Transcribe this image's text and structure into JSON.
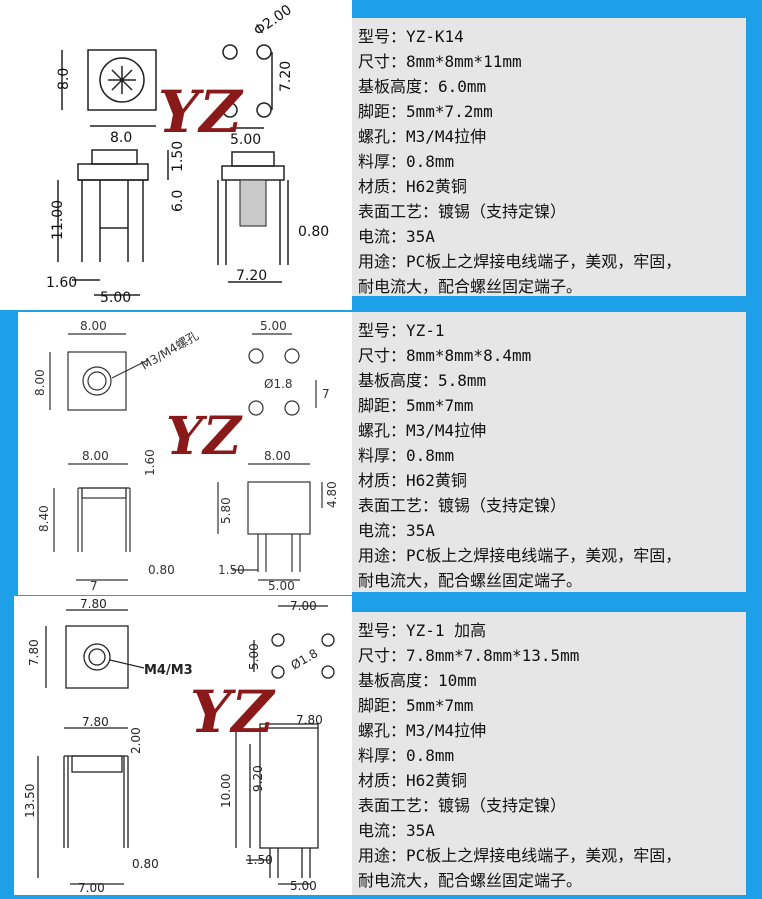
{
  "products": [
    {
      "lines": [
        "型号：YZ-K14",
        "尺寸：8mm*8mm*11mm",
        "基板高度：6.0mm",
        "脚距：5mm*7.2mm",
        "螺孔：M3/M4拉伸",
        "料厚：0.8mm",
        "材质：H62黄铜",
        "表面工艺：镀锡（支持定镍）",
        "电流：35A",
        "用途：PC板上之焊接电线端子，美观，牢固，",
        "耐电流大，配合螺丝固定端子。"
      ],
      "dims": {
        "d_hole": "Φ2.00",
        "w": "8.0",
        "h": "8.0",
        "pitch_y": "7.20",
        "pitch_x": "5.00",
        "top": "1.50",
        "body": "6.0",
        "total": "11.00",
        "foot": "1.60",
        "pitch2": "5.00",
        "thick": "0.80",
        "base": "7.20"
      }
    },
    {
      "lines": [
        "型号：YZ-1",
        "尺寸：8mm*8mm*8.4mm",
        "基板高度：5.8mm",
        "脚距：5mm*7mm",
        "螺孔：M3/M4拉伸",
        "料厚：0.8mm",
        "材质：H62黄铜",
        "表面工艺：镀锡（支持定镍）",
        "电流：35A",
        "用途：PC板上之焊接电线端子，美观，牢固，",
        "耐电流大，配合螺丝固定端子。"
      ],
      "dims": {
        "w": "8.00",
        "h": "8.00",
        "hole_label": "M3/M4螺孔",
        "pitch_x": "5.00",
        "d_hole": "Ø1.8",
        "pitch_y": "7",
        "top": "1.60",
        "side_w": "8.00",
        "total": "8.40",
        "thick": "0.80",
        "foot": "7",
        "base_h": "5.80",
        "r_top": "4.80",
        "r_foot": "1.50",
        "r_pitch": "5.00"
      }
    },
    {
      "lines": [
        "型号：YZ-1 加高",
        "尺寸：7.8mm*7.8mm*13.5mm",
        "基板高度：10mm",
        "脚距：5mm*7mm",
        "螺孔：M3/M4拉伸",
        "料厚：0.8mm",
        "材质：H62黄铜",
        "表面工艺：镀锡（支持定镍）",
        "电流：35A",
        "用途：PC板上之焊接电线端子，美观，牢固，",
        "耐电流大，配合螺丝固定端子。"
      ],
      "dims": {
        "w": "7.80",
        "h": "7.80",
        "hole_label": "M4/M3",
        "pitch_x": "7.00",
        "pitch_y": "5.00",
        "d_hole": "Ø1.8",
        "top": "2.00",
        "side_w": "7.80",
        "total": "13.50",
        "thick": "0.80",
        "foot": "7.00",
        "r_w": "7.80",
        "r_total": "10.00",
        "r_body": "9.20",
        "r_foot": "1.50",
        "r_pitch": "5.00"
      }
    }
  ],
  "logo": {
    "text": "YZ",
    "color": "#8a1a1a"
  }
}
